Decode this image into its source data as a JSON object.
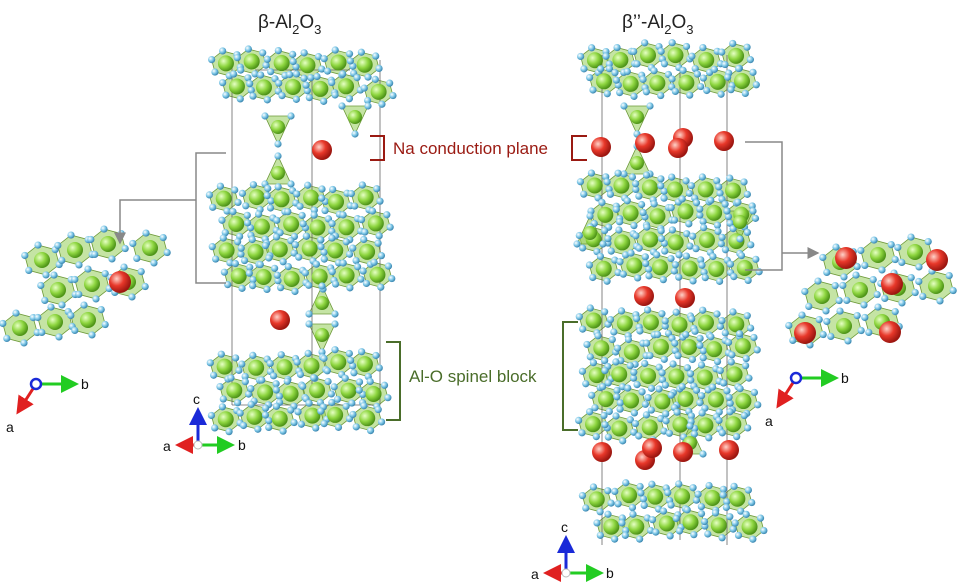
{
  "structures": [
    {
      "id": "beta",
      "title_main": "β-Al",
      "sub1": "2",
      "mid": "O",
      "sub2": "3"
    },
    {
      "id": "betapp",
      "title_main": "β’’-Al",
      "sub1": "2",
      "mid": "O",
      "sub2": "3"
    }
  ],
  "annotations": {
    "na_plane": "Na conduction plane",
    "spinel": "Al-O spinel block"
  },
  "axes": {
    "a": "a",
    "b": "b",
    "c": "c"
  },
  "colors": {
    "polyhedra": "#9fd36a",
    "al_atom": "#8ed640",
    "o_atom": "#7ec8e8",
    "na_atom": "#e8382a",
    "na_label": "#9a1a12",
    "spinel_label": "#4a6d2a",
    "axis_a": "#e02020",
    "axis_b": "#22cc22",
    "axis_c": "#1a2ad8"
  }
}
